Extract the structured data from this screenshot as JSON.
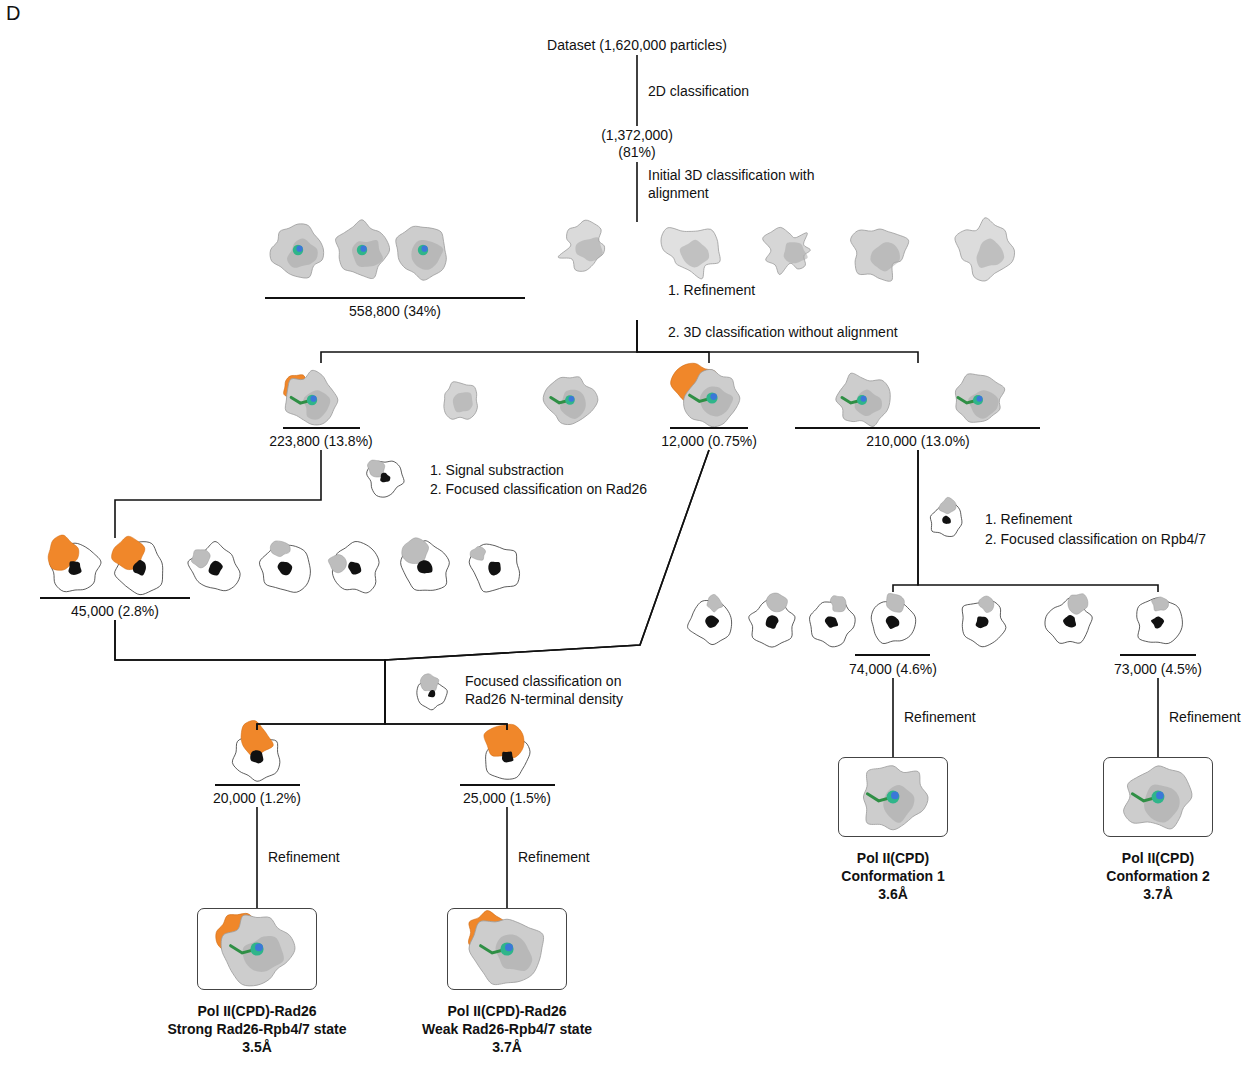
{
  "diagram": {
    "nodes": [
      {
        "text": [
          "Dataset (1,620,000 particles)"
        ]
      },
      {
        "text": [
          "(1,372,000) (81%)"
        ]
      },
      {
        "text": [
          "558,800 (34%)"
        ]
      },
      {
        "text": [
          "223,800 (13.8%)"
        ]
      },
      {
        "text": [
          "12,000 (0.75%)"
        ]
      },
      {
        "text": [
          "210,000 (13.0%)"
        ]
      },
      {
        "text": [
          "45,000 (2.8%)"
        ]
      },
      {
        "text": [
          "74,000 (4.6%)"
        ]
      },
      {
        "text": [
          "73,000 (4.5%)"
        ]
      },
      {
        "text": [
          "20,000 (1.2%)"
        ]
      },
      {
        "text": [
          "25,000 (1.5%)"
        ]
      },
      {
        "text": [
          "Pol II(CPD)-Rad26",
          "Strong Rad26-Rpb4/7 state",
          "3.5Å"
        ]
      },
      {
        "text": [
          "Pol II(CPD)-Rad26",
          "Weak Rad26-Rpb4/7 state",
          "3.7Å"
        ]
      },
      {
        "text": [
          "Pol II(CPD)",
          "Conformation 1",
          "3.6Å"
        ]
      },
      {
        "text": [
          "Pol II(CPD)",
          "Conformation 2",
          "3.7Å"
        ]
      }
    ],
    "edges": [
      {
        "from": 0,
        "to": 1,
        "label": "2D classification",
        "arrow": "none"
      },
      {
        "from": 1,
        "to": 2,
        "label": "Initial 3D classification with alignment",
        "arrow": "none"
      },
      {
        "from": 2,
        "to": 3,
        "arrow": "none"
      },
      {
        "from": 2,
        "to": 4,
        "arrow": "none"
      },
      {
        "from": 2,
        "to": 5,
        "arrow": "none"
      },
      {
        "from": 3,
        "to": 6,
        "arrow": "none"
      },
      {
        "from": 5,
        "to": 7,
        "arrow": "none"
      },
      {
        "from": 5,
        "to": 8,
        "arrow": "none"
      },
      {
        "from": 6,
        "to": 9,
        "arrow": "none"
      },
      {
        "from": 6,
        "to": 10,
        "arrow": "none"
      },
      {
        "from": 4,
        "to": 9,
        "arrow": "none"
      },
      {
        "from": 4,
        "to": 10,
        "arrow": "none"
      },
      {
        "from": 9,
        "to": 11,
        "label": "Refinement",
        "arrow": "none"
      },
      {
        "from": 10,
        "to": 12,
        "label": "Refinement",
        "arrow": "none"
      },
      {
        "from": 7,
        "to": 13,
        "label": "Refinement",
        "arrow": "none"
      },
      {
        "from": 8,
        "to": 14,
        "label": "Refinement",
        "arrow": "none"
      }
    ],
    "labels": [
      "D",
      "1. Refinement",
      "2. 3D classification without alignment",
      "1. Signal substraction",
      "2. Focused classification on Rad26",
      "1. Refinement",
      "2. Focused classification on Rpb4/7",
      "Focused classification on Rad26 N-terminal density"
    ]
  }
}
